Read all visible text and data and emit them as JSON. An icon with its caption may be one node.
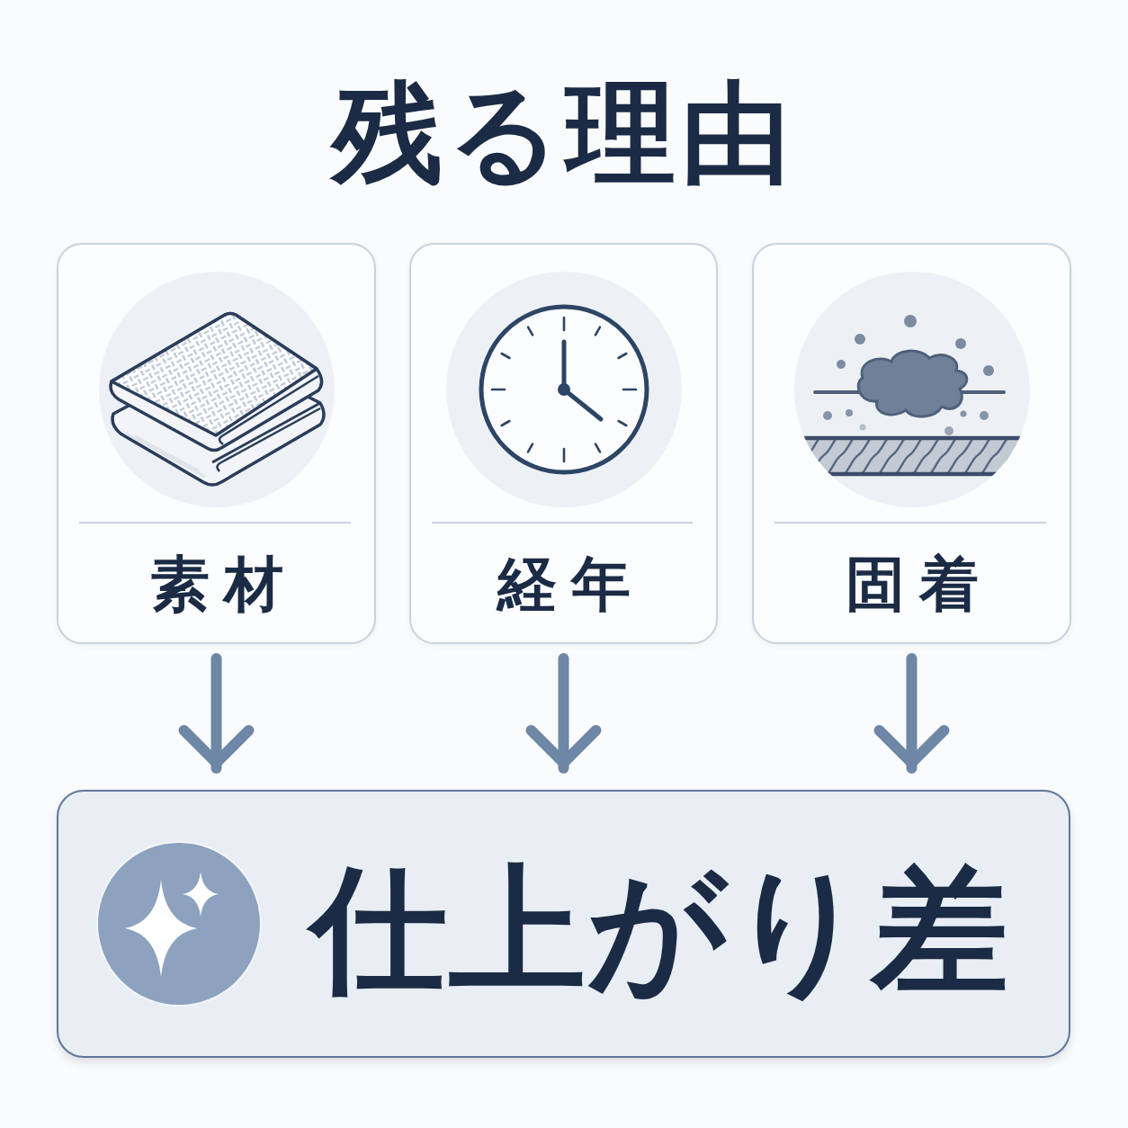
{
  "diagram": {
    "title": "残る理由",
    "nodes": [
      {
        "text": [
          "素材"
        ]
      },
      {
        "text": [
          "経年"
        ]
      },
      {
        "text": [
          "固着"
        ]
      },
      {
        "text": [
          "仕上がり差"
        ]
      }
    ],
    "edges": [
      {
        "from": 0,
        "to": 3,
        "arrow": "to"
      },
      {
        "from": 1,
        "to": 3,
        "arrow": "to"
      },
      {
        "from": 2,
        "to": 3,
        "arrow": "to"
      }
    ]
  }
}
